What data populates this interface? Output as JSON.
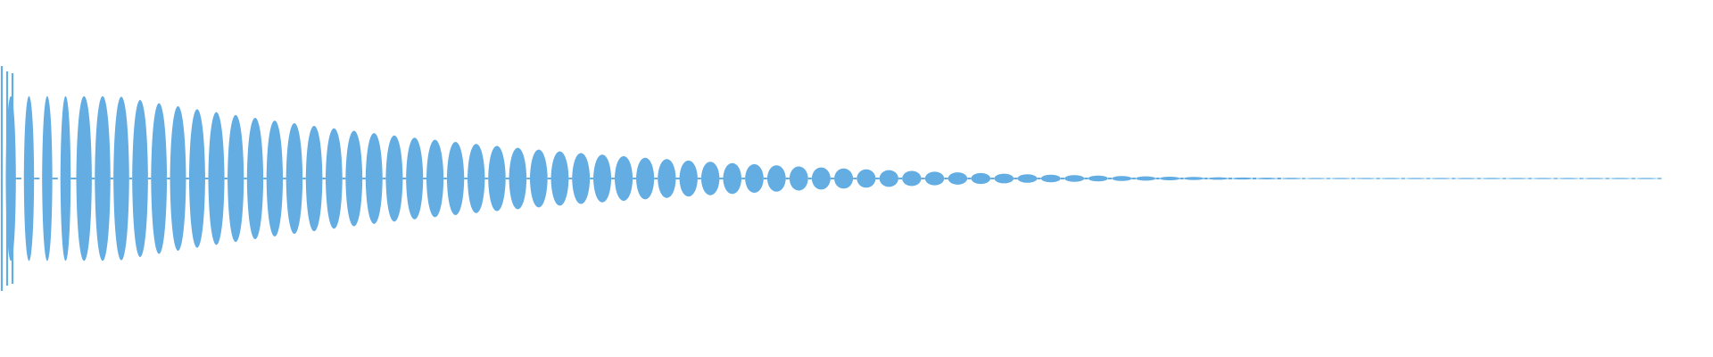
{
  "waveform": {
    "color": "#63ade2",
    "background": "#ffffff",
    "envelope": {
      "type": "decaying-oscillation",
      "sustain_fraction": 0.07,
      "decay_end_fraction": 0.98
    },
    "cycle_count": 75,
    "channels": 1
  }
}
